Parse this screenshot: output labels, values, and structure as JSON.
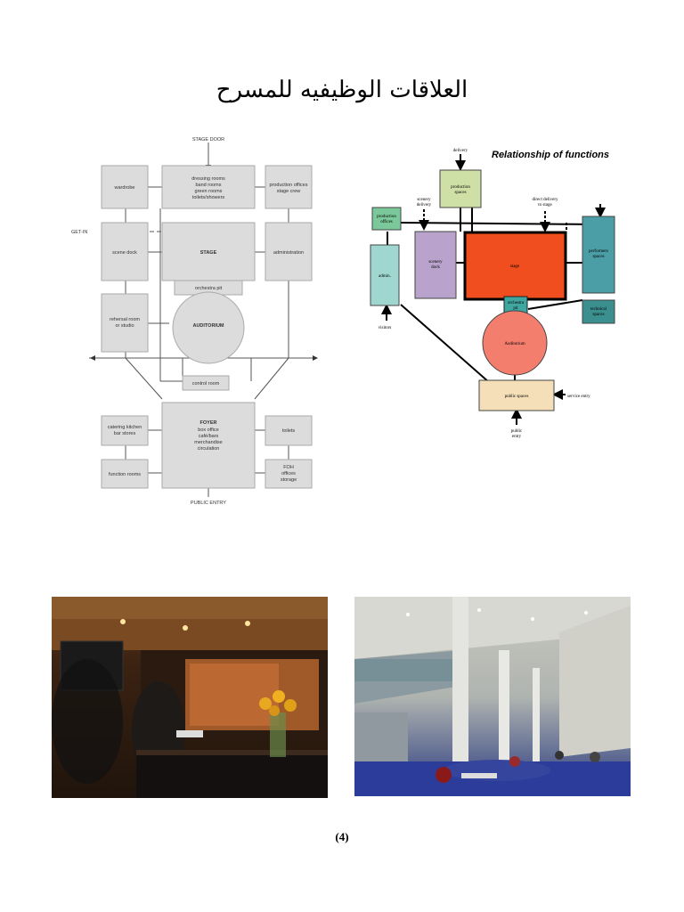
{
  "page_title": "العلاقات الوظيفيه للمسرح",
  "page_number": "(4)",
  "left_diagram": {
    "stage_door": "STAGE DOOR",
    "get_in": "GET-IN",
    "public_entry": "PUBLIC ENTRY",
    "wardrobe": "wardrobe",
    "dressing": [
      "dressing rooms",
      "band rooms",
      "green rooms",
      "toilets/showers"
    ],
    "production": [
      "production offices",
      "stage crew"
    ],
    "scene_dock": "scene dock",
    "stage": "STAGE",
    "administration": "administration",
    "orchestra_pit": "orchestra pit",
    "rehearsal": [
      "rehersal room",
      "or studio"
    ],
    "auditorium": "AUDITORIUM",
    "control_room": "control room",
    "catering": [
      "catering kitchen",
      "bar stores"
    ],
    "foyer_title": "FOYER",
    "foyer_lines": [
      "box office",
      "café/bars",
      "merchandise",
      "circulation"
    ],
    "toilets": "toilets",
    "function_rooms": "function rooms",
    "foh": [
      "FOH",
      "offices",
      "storage"
    ]
  },
  "right_diagram": {
    "title": "Relationship of functions",
    "delivery": "delivery",
    "production_spaces": [
      "production",
      "spaces"
    ],
    "scenery_delivery": [
      "scenery",
      "delivery"
    ],
    "direct_delivery": [
      "direct delivery",
      "to stage"
    ],
    "production_offices": [
      "production",
      "offices"
    ],
    "admin": "admin.",
    "scenery_dock": [
      "scenery",
      "dock"
    ],
    "stage": "stage",
    "performers_spaces": [
      "performers",
      "spaces"
    ],
    "orchestra_pit": [
      "orchestra",
      "pit"
    ],
    "technical_spaces": [
      "technical",
      "spaces"
    ],
    "visitors": "visitors",
    "auditorium": "Auditorium",
    "public_spaces": "public spaces",
    "service_entry": "service entry",
    "public_entry": [
      "public",
      "entry"
    ],
    "colors": {
      "production_spaces": "#cfe0a6",
      "production_offices": "#7bc99a",
      "admin": "#9fd6cf",
      "scenery_dock": "#b9a3cc",
      "stage": "#f04e1e",
      "performers": "#4c9ea6",
      "orchestra_pit": "#3fa7a0",
      "technical": "#3b8f8f",
      "auditorium": "#f47e6e",
      "public_spaces": "#f4dfb8"
    }
  },
  "photos": {
    "left": "foyer-bar-photo",
    "right": "public-foyer-cafe-photo"
  }
}
